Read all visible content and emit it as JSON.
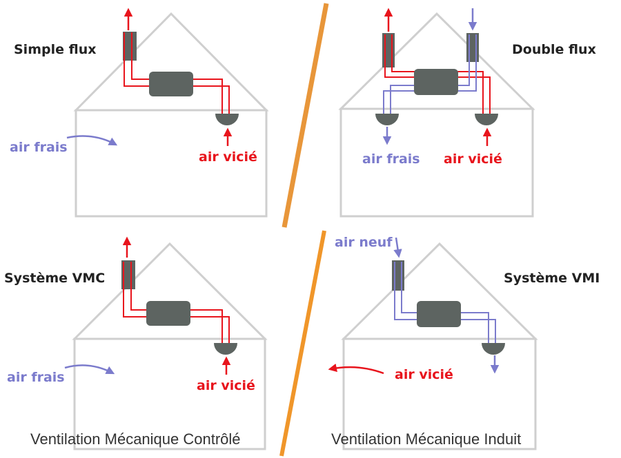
{
  "colors": {
    "house_outline": "#cfcfcf",
    "unit_gray": "#5d6461",
    "exhaust_red": "#e8141c",
    "fresh_blue": "#7b7bcc",
    "divider_orange": "#e88e2a",
    "title_text": "#222222",
    "caption_text": "#333333"
  },
  "panels": {
    "simple_flux": {
      "title": "Simple flux",
      "air_frais": "air frais",
      "air_vicie": "air vicié"
    },
    "double_flux": {
      "title": "Double flux",
      "air_frais": "air frais",
      "air_vicie": "air vicié"
    },
    "systeme_vmc": {
      "title": "Système VMC",
      "air_frais": "air frais",
      "air_vicie": "air vicié"
    },
    "systeme_vmi": {
      "title": "Système VMI",
      "air_neuf": "air neuf",
      "air_vicie": "air vicié"
    }
  },
  "captions": {
    "left": "Ventilation Mécanique Contrôlé",
    "right": "Ventilation Mécanique Induit"
  },
  "icons": {
    "ventilation_unit": "gray-rounded-box",
    "diffuser": "half-dome",
    "duct": "dark-chimney-stack",
    "arrow": "arrow"
  }
}
